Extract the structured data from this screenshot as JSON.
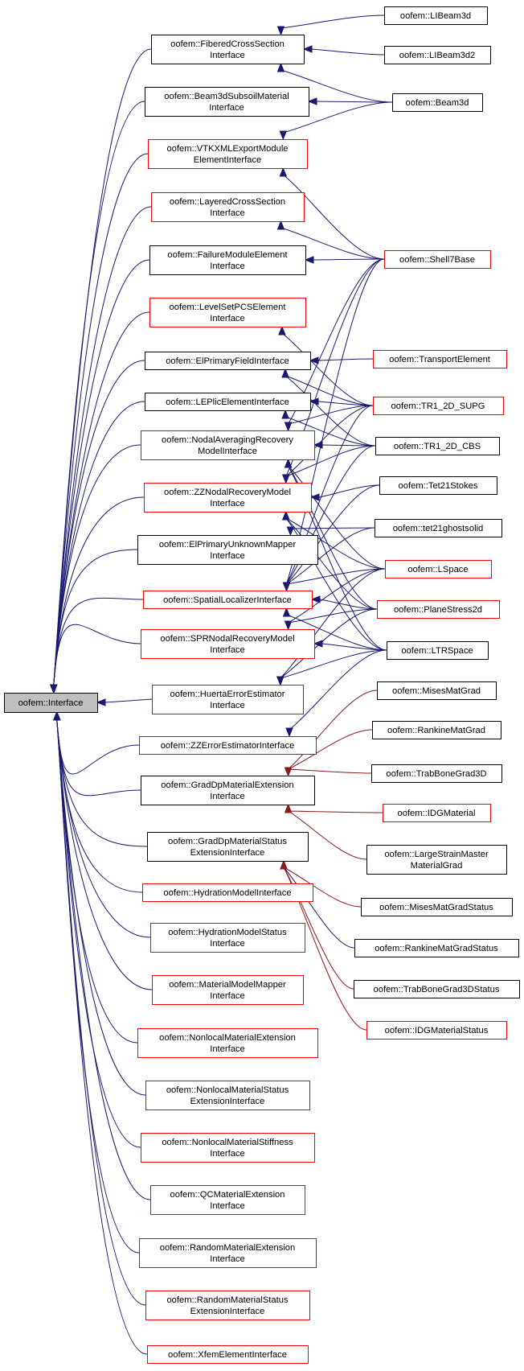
{
  "colors": {
    "blue_edge": "#191970",
    "red_edge": "#8b1a1a",
    "red_border": "#ff0000",
    "root_fill": "#bfbfbf"
  },
  "nodes": {
    "interface": {
      "lines": [
        "oofem::Interface"
      ],
      "style": "root"
    },
    "fiberedCrossSection": {
      "lines": [
        "oofem::FiberedCrossSection",
        "Interface"
      ],
      "style": "black"
    },
    "beam3dSubsoil": {
      "lines": [
        "oofem::Beam3dSubsoilMaterial",
        "Interface"
      ],
      "style": "black"
    },
    "vtkxml": {
      "lines": [
        "oofem::VTKXMLExportModule",
        "ElementInterface"
      ],
      "style": "red"
    },
    "layeredCrossSection": {
      "lines": [
        "oofem::LayeredCrossSection",
        "Interface"
      ],
      "style": "red"
    },
    "failureModule": {
      "lines": [
        "oofem::FailureModuleElement",
        "Interface"
      ],
      "style": "black"
    },
    "levelSetPCS": {
      "lines": [
        "oofem::LevelSetPCSElement",
        "Interface"
      ],
      "style": "red"
    },
    "elPrimaryField": {
      "lines": [
        "oofem::ElPrimaryFieldInterface"
      ],
      "style": "black"
    },
    "lePlic": {
      "lines": [
        "oofem::LEPlicElementInterface"
      ],
      "style": "black"
    },
    "nodalAveraging": {
      "lines": [
        "oofem::NodalAveragingRecovery",
        "ModelInterface"
      ],
      "style": "red"
    },
    "zzNodalRecovery": {
      "lines": [
        "oofem::ZZNodalRecoveryModel",
        "Interface"
      ],
      "style": "red"
    },
    "elPrimaryUnknown": {
      "lines": [
        "oofem::ElPrimaryUnknownMapper",
        "Interface"
      ],
      "style": "black"
    },
    "spatialLocalizer": {
      "lines": [
        "oofem::SpatialLocalizerInterface"
      ],
      "style": "red"
    },
    "sprNodalRecovery": {
      "lines": [
        "oofem::SPRNodalRecoveryModel",
        "Interface"
      ],
      "style": "red"
    },
    "huertaError": {
      "lines": [
        "oofem::HuertaErrorEstimator",
        "Interface"
      ],
      "style": "red"
    },
    "zzErrorEstimator": {
      "lines": [
        "oofem::ZZErrorEstimatorInterface"
      ],
      "style": "red"
    },
    "gradDpMaterialExt": {
      "lines": [
        "oofem::GradDpMaterialExtension",
        "Interface"
      ],
      "style": "black"
    },
    "gradDpMaterialStatusExt": {
      "lines": [
        "oofem::GradDpMaterialStatus",
        "ExtensionInterface"
      ],
      "style": "black"
    },
    "hydrationModel": {
      "lines": [
        "oofem::HydrationModelInterface"
      ],
      "style": "red"
    },
    "hydrationModelStatus": {
      "lines": [
        "oofem::HydrationModelStatus",
        "Interface"
      ],
      "style": "red"
    },
    "materialModelMapper": {
      "lines": [
        "oofem::MaterialModelMapper",
        "Interface"
      ],
      "style": "red"
    },
    "nonlocalMaterialExt": {
      "lines": [
        "oofem::NonlocalMaterialExtension",
        "Interface"
      ],
      "style": "red"
    },
    "nonlocalMaterialStatusExt": {
      "lines": [
        "oofem::NonlocalMaterialStatus",
        "ExtensionInterface"
      ],
      "style": "red"
    },
    "nonlocalMaterialStiffness": {
      "lines": [
        "oofem::NonlocalMaterialStiffness",
        "Interface"
      ],
      "style": "red"
    },
    "qcMaterialExt": {
      "lines": [
        "oofem::QCMaterialExtension",
        "Interface"
      ],
      "style": "red"
    },
    "randomMaterialExt": {
      "lines": [
        "oofem::RandomMaterialExtension",
        "Interface"
      ],
      "style": "red"
    },
    "randomMaterialStatusExt": {
      "lines": [
        "oofem::RandomMaterialStatus",
        "ExtensionInterface"
      ],
      "style": "red"
    },
    "xfemElement": {
      "lines": [
        "oofem::XfemElementInterface"
      ],
      "style": "red"
    },
    "libeam3d": {
      "lines": [
        "oofem::LIBeam3d"
      ],
      "style": "black"
    },
    "libeam3d2": {
      "lines": [
        "oofem::LIBeam3d2"
      ],
      "style": "black"
    },
    "beam3d": {
      "lines": [
        "oofem::Beam3d"
      ],
      "style": "black"
    },
    "shell7base": {
      "lines": [
        "oofem::Shell7Base"
      ],
      "style": "red"
    },
    "transportElement": {
      "lines": [
        "oofem::TransportElement"
      ],
      "style": "red"
    },
    "tr1supg": {
      "lines": [
        "oofem::TR1_2D_SUPG"
      ],
      "style": "red"
    },
    "tr1cbs": {
      "lines": [
        "oofem::TR1_2D_CBS"
      ],
      "style": "black"
    },
    "tet21stokes": {
      "lines": [
        "oofem::Tet21Stokes"
      ],
      "style": "black"
    },
    "tet21ghost": {
      "lines": [
        "oofem::tet21ghostsolid"
      ],
      "style": "black"
    },
    "lspace": {
      "lines": [
        "oofem::LSpace"
      ],
      "style": "red"
    },
    "planeStress2d": {
      "lines": [
        "oofem::PlaneStress2d"
      ],
      "style": "red"
    },
    "ltrspace": {
      "lines": [
        "oofem::LTRSpace"
      ],
      "style": "black"
    },
    "misesMatGrad": {
      "lines": [
        "oofem::MisesMatGrad"
      ],
      "style": "black"
    },
    "rankineMatGrad": {
      "lines": [
        "oofem::RankineMatGrad"
      ],
      "style": "black"
    },
    "trabBoneGrad3D": {
      "lines": [
        "oofem::TrabBoneGrad3D"
      ],
      "style": "black"
    },
    "idgMaterial": {
      "lines": [
        "oofem::IDGMaterial"
      ],
      "style": "red"
    },
    "largeStrainMaster": {
      "lines": [
        "oofem::LargeStrainMaster",
        "MaterialGrad"
      ],
      "style": "black"
    },
    "misesMatGradStatus": {
      "lines": [
        "oofem::MisesMatGradStatus"
      ],
      "style": "black"
    },
    "rankineMatGradStatus": {
      "lines": [
        "oofem::RankineMatGradStatus"
      ],
      "style": "black"
    },
    "trabBoneGrad3DStatus": {
      "lines": [
        "oofem::TrabBoneGrad3DStatus"
      ],
      "style": "black"
    },
    "idgMaterialStatus": {
      "lines": [
        "oofem::IDGMaterialStatus"
      ],
      "style": "red"
    }
  },
  "edges": [
    {
      "from": "fiberedCrossSection",
      "to": "interface",
      "color": "blue"
    },
    {
      "from": "beam3dSubsoil",
      "to": "interface",
      "color": "blue"
    },
    {
      "from": "vtkxml",
      "to": "interface",
      "color": "blue"
    },
    {
      "from": "layeredCrossSection",
      "to": "interface",
      "color": "blue"
    },
    {
      "from": "failureModule",
      "to": "interface",
      "color": "blue"
    },
    {
      "from": "levelSetPCS",
      "to": "interface",
      "color": "blue"
    },
    {
      "from": "elPrimaryField",
      "to": "interface",
      "color": "blue"
    },
    {
      "from": "lePlic",
      "to": "interface",
      "color": "blue"
    },
    {
      "from": "nodalAveraging",
      "to": "interface",
      "color": "blue"
    },
    {
      "from": "zzNodalRecovery",
      "to": "interface",
      "color": "blue"
    },
    {
      "from": "elPrimaryUnknown",
      "to": "interface",
      "color": "blue"
    },
    {
      "from": "spatialLocalizer",
      "to": "interface",
      "color": "blue"
    },
    {
      "from": "sprNodalRecovery",
      "to": "interface",
      "color": "blue"
    },
    {
      "from": "huertaError",
      "to": "interface",
      "color": "blue"
    },
    {
      "from": "zzErrorEstimator",
      "to": "interface",
      "color": "blue"
    },
    {
      "from": "gradDpMaterialExt",
      "to": "interface",
      "color": "blue"
    },
    {
      "from": "gradDpMaterialStatusExt",
      "to": "interface",
      "color": "blue"
    },
    {
      "from": "hydrationModel",
      "to": "interface",
      "color": "blue"
    },
    {
      "from": "hydrationModelStatus",
      "to": "interface",
      "color": "blue"
    },
    {
      "from": "materialModelMapper",
      "to": "interface",
      "color": "blue"
    },
    {
      "from": "nonlocalMaterialExt",
      "to": "interface",
      "color": "blue"
    },
    {
      "from": "nonlocalMaterialStatusExt",
      "to": "interface",
      "color": "blue"
    },
    {
      "from": "nonlocalMaterialStiffness",
      "to": "interface",
      "color": "blue"
    },
    {
      "from": "qcMaterialExt",
      "to": "interface",
      "color": "blue"
    },
    {
      "from": "randomMaterialExt",
      "to": "interface",
      "color": "blue"
    },
    {
      "from": "randomMaterialStatusExt",
      "to": "interface",
      "color": "blue"
    },
    {
      "from": "xfemElement",
      "to": "interface",
      "color": "blue"
    },
    {
      "from": "libeam3d",
      "to": "fiberedCrossSection",
      "color": "blue"
    },
    {
      "from": "libeam3d2",
      "to": "fiberedCrossSection",
      "color": "blue"
    },
    {
      "from": "beam3d",
      "to": "fiberedCrossSection",
      "color": "blue"
    },
    {
      "from": "beam3d",
      "to": "beam3dSubsoil",
      "color": "blue"
    },
    {
      "from": "beam3d",
      "to": "vtkxml",
      "color": "blue"
    },
    {
      "from": "shell7base",
      "to": "vtkxml",
      "color": "blue"
    },
    {
      "from": "shell7base",
      "to": "layeredCrossSection",
      "color": "blue"
    },
    {
      "from": "shell7base",
      "to": "failureModule",
      "color": "blue"
    },
    {
      "from": "shell7base",
      "to": "nodalAveraging",
      "color": "blue"
    },
    {
      "from": "shell7base",
      "to": "zzNodalRecovery",
      "color": "blue"
    },
    {
      "from": "shell7base",
      "to": "spatialLocalizer",
      "color": "blue"
    },
    {
      "from": "transportElement",
      "to": "elPrimaryField",
      "color": "blue"
    },
    {
      "from": "tr1supg",
      "to": "levelSetPCS",
      "color": "blue"
    },
    {
      "from": "tr1supg",
      "to": "elPrimaryField",
      "color": "blue"
    },
    {
      "from": "tr1supg",
      "to": "lePlic",
      "color": "blue"
    },
    {
      "from": "tr1supg",
      "to": "nodalAveraging",
      "color": "blue"
    },
    {
      "from": "tr1supg",
      "to": "zzNodalRecovery",
      "color": "blue"
    },
    {
      "from": "tr1supg",
      "to": "spatialLocalizer",
      "color": "blue"
    },
    {
      "from": "tr1cbs",
      "to": "elPrimaryField",
      "color": "blue"
    },
    {
      "from": "tr1cbs",
      "to": "lePlic",
      "color": "blue"
    },
    {
      "from": "tr1cbs",
      "to": "nodalAveraging",
      "color": "blue"
    },
    {
      "from": "tr1cbs",
      "to": "zzNodalRecovery",
      "color": "blue"
    },
    {
      "from": "tr1cbs",
      "to": "spatialLocalizer",
      "color": "blue"
    },
    {
      "from": "tet21stokes",
      "to": "zzNodalRecovery",
      "color": "blue"
    },
    {
      "from": "tet21stokes",
      "to": "spatialLocalizer",
      "color": "blue"
    },
    {
      "from": "tet21ghost",
      "to": "elPrimaryUnknown",
      "color": "blue"
    },
    {
      "from": "tet21ghost",
      "to": "spatialLocalizer",
      "color": "blue"
    },
    {
      "from": "lspace",
      "to": "nodalAveraging",
      "color": "blue"
    },
    {
      "from": "lspace",
      "to": "zzNodalRecovery",
      "color": "blue"
    },
    {
      "from": "lspace",
      "to": "spatialLocalizer",
      "color": "blue"
    },
    {
      "from": "lspace",
      "to": "sprNodalRecovery",
      "color": "blue"
    },
    {
      "from": "lspace",
      "to": "huertaError",
      "color": "blue"
    },
    {
      "from": "planeStress2d",
      "to": "nodalAveraging",
      "color": "blue"
    },
    {
      "from": "planeStress2d",
      "to": "zzNodalRecovery",
      "color": "blue"
    },
    {
      "from": "planeStress2d",
      "to": "spatialLocalizer",
      "color": "blue"
    },
    {
      "from": "planeStress2d",
      "to": "sprNodalRecovery",
      "color": "blue"
    },
    {
      "from": "planeStress2d",
      "to": "huertaError",
      "color": "blue"
    },
    {
      "from": "ltrspace",
      "to": "nodalAveraging",
      "color": "blue"
    },
    {
      "from": "ltrspace",
      "to": "zzNodalRecovery",
      "color": "blue"
    },
    {
      "from": "ltrspace",
      "to": "spatialLocalizer",
      "color": "blue"
    },
    {
      "from": "ltrspace",
      "to": "sprNodalRecovery",
      "color": "blue"
    },
    {
      "from": "ltrspace",
      "to": "huertaError",
      "color": "blue"
    },
    {
      "from": "ltrspace",
      "to": "zzErrorEstimator",
      "color": "blue"
    },
    {
      "from": "misesMatGrad",
      "to": "gradDpMaterialExt",
      "color": "red"
    },
    {
      "from": "rankineMatGrad",
      "to": "gradDpMaterialExt",
      "color": "red"
    },
    {
      "from": "trabBoneGrad3D",
      "to": "gradDpMaterialExt",
      "color": "red"
    },
    {
      "from": "idgMaterial",
      "to": "gradDpMaterialExt",
      "color": "red"
    },
    {
      "from": "largeStrainMaster",
      "to": "gradDpMaterialExt",
      "color": "red"
    },
    {
      "from": "misesMatGradStatus",
      "to": "gradDpMaterialStatusExt",
      "color": "red"
    },
    {
      "from": "rankineMatGradStatus",
      "to": "gradDpMaterialStatusExt",
      "color": "blue"
    },
    {
      "from": "trabBoneGrad3DStatus",
      "to": "gradDpMaterialStatusExt",
      "color": "red"
    },
    {
      "from": "idgMaterialStatus",
      "to": "gradDpMaterialStatusExt",
      "color": "red"
    }
  ]
}
